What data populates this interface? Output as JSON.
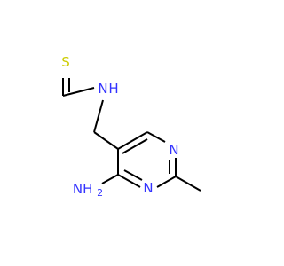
{
  "molecule": {
    "atoms": {
      "sulfur": "S",
      "thioformyl_nh": "N",
      "thioformyl_h": "H",
      "ring_n1": "N",
      "ring_n3": "N",
      "amino_nh2": "NH",
      "amino_h2_subscript": "2",
      "amino_h": "H"
    },
    "colors": {
      "bond": "#000000",
      "nitrogen": "#3333ff",
      "sulfur": "#cccc00",
      "background": "#ffffff"
    }
  }
}
